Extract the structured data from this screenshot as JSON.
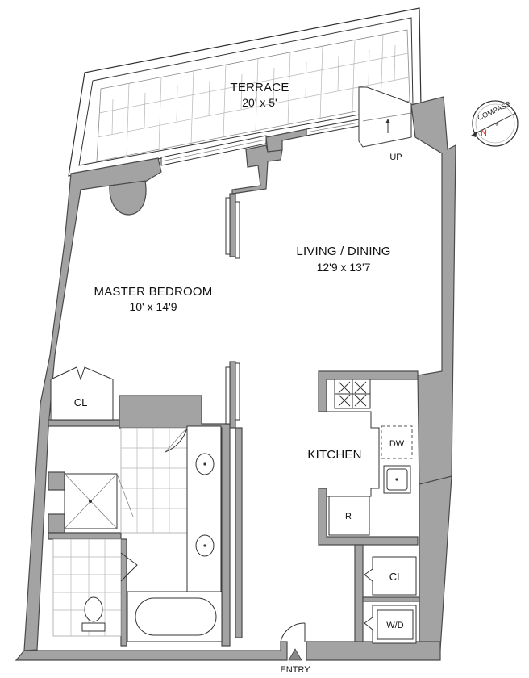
{
  "rooms": {
    "terrace": {
      "name": "TERRACE",
      "dims": "20' x 5'"
    },
    "living": {
      "name": "LIVING / DINING",
      "dims": "12'9 x 13'7"
    },
    "bedroom": {
      "name": "MASTER BEDROOM",
      "dims": "10' x 14'9"
    },
    "kitchen": {
      "name": "KITCHEN"
    }
  },
  "labels": {
    "closet_bedroom": "CL",
    "closet_hall": "CL",
    "dishwasher": "DW",
    "refrigerator": "R",
    "washer_dryer": "W/D",
    "up": "UP",
    "entry": "ENTRY"
  },
  "compass": {
    "label": "COMPASS",
    "north": "N"
  },
  "colors": {
    "wall": "#a3a3a3",
    "compass_north": "#d32f2f"
  }
}
